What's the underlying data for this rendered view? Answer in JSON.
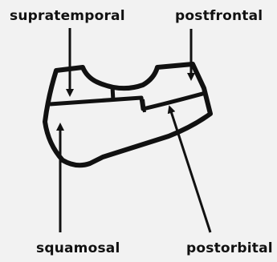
{
  "labels": {
    "supratemporal": "supratemporal",
    "postfrontal": "postfrontal",
    "squamosal": "squamosal",
    "postorbital": "postorbital"
  },
  "colors": {
    "ink": "#111111",
    "background": "#f2f2f2"
  }
}
